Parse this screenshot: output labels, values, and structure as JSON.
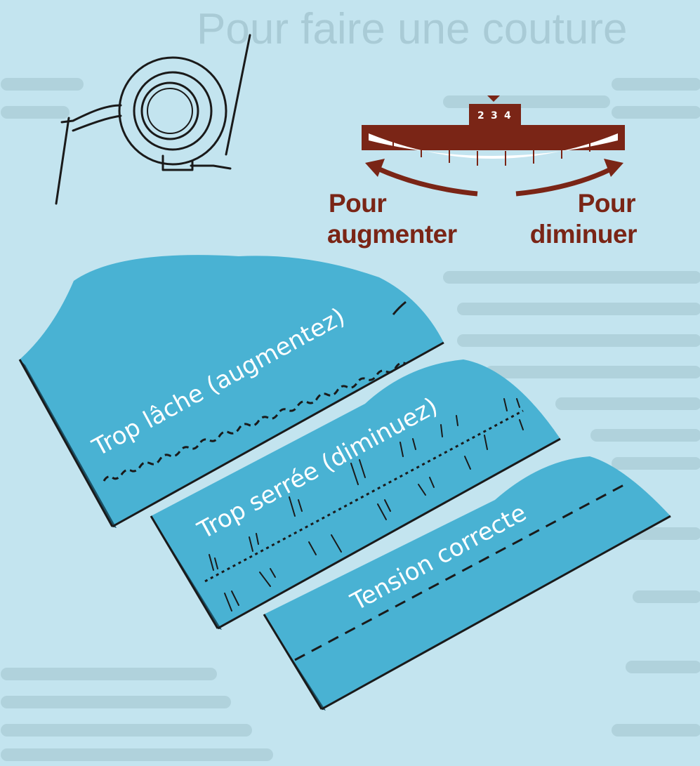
{
  "background_heading": "Pour faire une couture",
  "dial": {
    "numbers": [
      "2",
      "3",
      "4"
    ],
    "increase_label_line1": "Pour",
    "increase_label_line2": "augmenter",
    "decrease_label_line1": "Pour",
    "decrease_label_line2": "diminuer"
  },
  "fabrics": [
    {
      "label": "Trop lâche (augmentez)",
      "stitch": "loose-loops"
    },
    {
      "label": "Trop serrée (diminuez)",
      "stitch": "tight-puckered"
    },
    {
      "label": "Tension correcte",
      "stitch": "even-dashes"
    }
  ],
  "colors": {
    "background": "#c3e4ef",
    "fabric": "#49b2d3",
    "dial_ink": "#7a2516",
    "line": "#1a1a1a"
  }
}
